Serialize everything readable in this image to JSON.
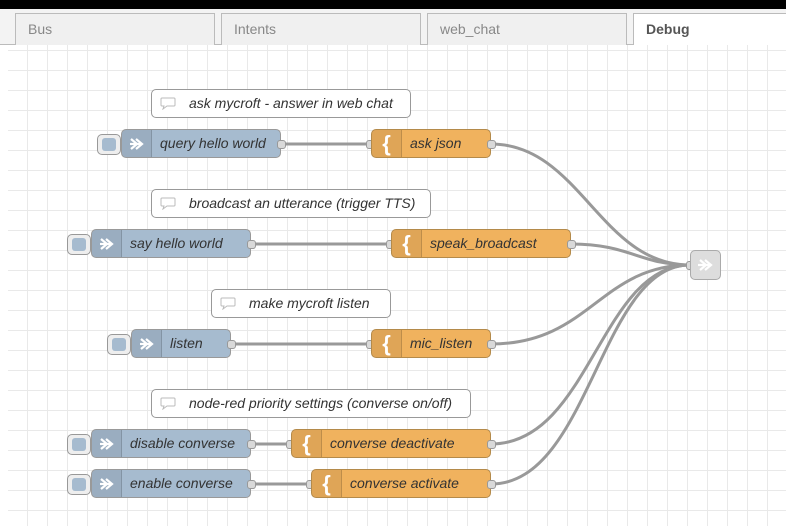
{
  "tabs": [
    {
      "label": "Bus"
    },
    {
      "label": "Intents"
    },
    {
      "label": "web_chat"
    },
    {
      "label": "Debug"
    }
  ],
  "active_tab": "Debug",
  "comments": [
    {
      "label": "ask mycroft - answer in web chat"
    },
    {
      "label": "broadcast an utterance (trigger TTS)"
    },
    {
      "label": "make mycroft listen"
    },
    {
      "label": "node-red priority settings (converse on/off)"
    }
  ],
  "inject_nodes": [
    {
      "label": "query hello world"
    },
    {
      "label": "say hello world"
    },
    {
      "label": "listen"
    },
    {
      "label": "disable converse"
    },
    {
      "label": "enable converse"
    }
  ],
  "template_nodes": [
    {
      "label": "ask json"
    },
    {
      "label": "speak_broadcast"
    },
    {
      "label": "mic_listen"
    },
    {
      "label": "converse deactivate"
    },
    {
      "label": "converse activate"
    }
  ],
  "output_node": {
    "icon": "link-out-icon"
  },
  "colors": {
    "inject": "#a6bbcf",
    "template": "#f0b25e",
    "wire": "#999999"
  }
}
